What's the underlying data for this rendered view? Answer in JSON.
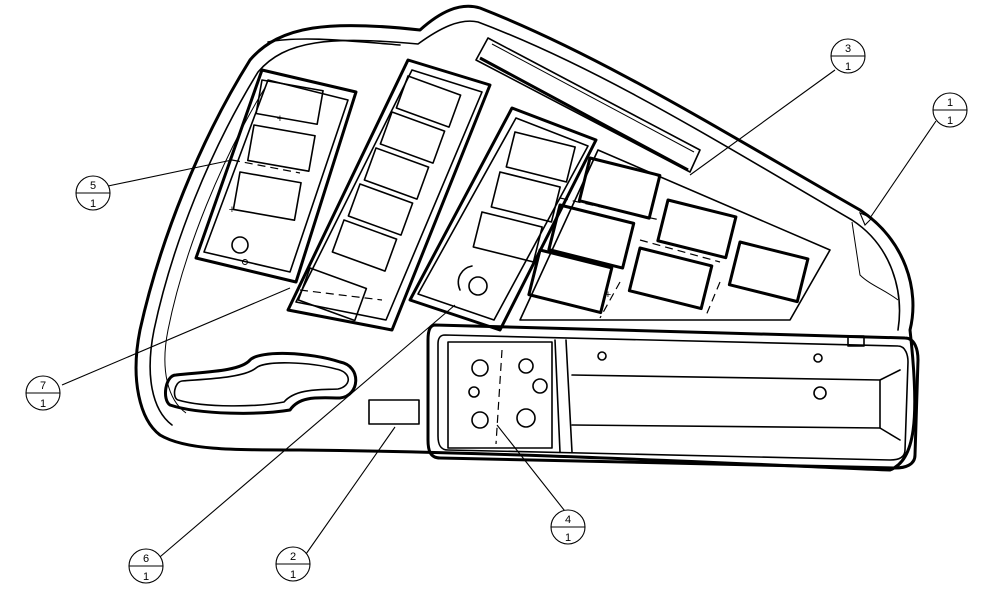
{
  "drawing": {
    "balloons": [
      {
        "id": "1",
        "top": "1",
        "bottom": "1"
      },
      {
        "id": "2",
        "top": "2",
        "bottom": "1"
      },
      {
        "id": "3",
        "top": "3",
        "bottom": "1"
      },
      {
        "id": "4",
        "top": "4",
        "bottom": "1"
      },
      {
        "id": "5",
        "top": "5",
        "bottom": "1"
      },
      {
        "id": "6",
        "top": "6",
        "bottom": "1"
      },
      {
        "id": "7",
        "top": "7",
        "bottom": "1"
      }
    ],
    "panel_marks": {
      "plus": "+",
      "minus": "–"
    }
  }
}
